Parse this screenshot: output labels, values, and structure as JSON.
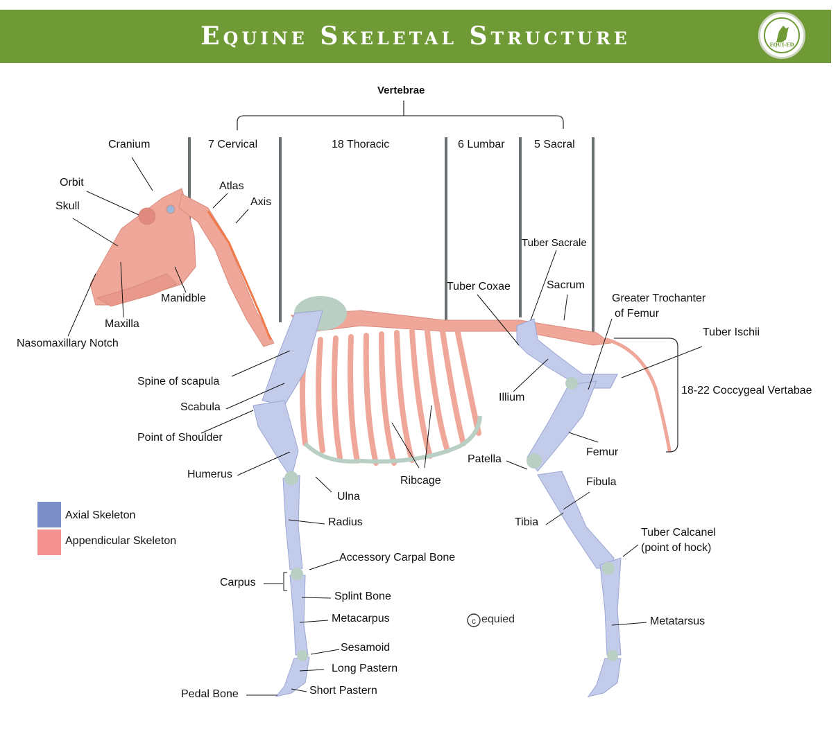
{
  "header": {
    "title": "Equine Skeletal Structure",
    "logo_text": "EQUI-ED",
    "logo_icon": "horse-head-icon"
  },
  "vertebrae": {
    "title": "Vertebrae",
    "regions": [
      "7 Cervical",
      "18 Thoracic",
      "6 Lumbar",
      "5 Sacral"
    ]
  },
  "labels": {
    "cranium": "Cranium",
    "orbit": "Orbit",
    "skull": "Skull",
    "atlas": "Atlas",
    "axis": "Axis",
    "manidble": "Manidble",
    "maxilla": "Maxilla",
    "nasomaxillary_notch": "Nasomaxillary Notch",
    "spine_of_scapula": "Spine of scapula",
    "scabula": "Scabula",
    "point_of_shoulder": "Point of Shoulder",
    "humerus": "Humerus",
    "ulna": "Ulna",
    "radius": "Radius",
    "ribcage": "Ribcage",
    "accessory_carpal_bone": "Accessory Carpal Bone",
    "carpus": "Carpus",
    "splint_bone": "Splint Bone",
    "metacarpus": "Metacarpus",
    "sesamoid": "Sesamoid",
    "long_pastern": "Long Pastern",
    "short_pastern": "Short Pastern",
    "pedal_bone": "Pedal Bone",
    "tuber_sacrale": "Tuber Sacrale",
    "tuber_coxae": "Tuber Coxae",
    "sacrum": "Sacrum",
    "greater_trochanter": "Greater Trochanter",
    "of_femur": "of Femur",
    "tuber_ischii": "Tuber Ischii",
    "coccygeal": "18-22 Coccygeal Vertabae",
    "illium": "Illium",
    "femur": "Femur",
    "patella": "Patella",
    "fibula": "Fibula",
    "tibia": "Tibia",
    "tuber_calcanel_1": "Tuber Calcanel",
    "tuber_calcanel_2": "(point of hock)",
    "metatarsus": "Metatarsus",
    "copyright": "equied"
  },
  "legend": [
    {
      "label": "Axial Skeleton",
      "color": "#7b8ec7"
    },
    {
      "label": "Appendicular Skeleton",
      "color": "#f49191"
    }
  ],
  "colors": {
    "banner": "#6f9a35",
    "bone_blue": "#c3cbea",
    "bone_pink": "#efa79a",
    "cartilage": "#b9cfc4"
  }
}
